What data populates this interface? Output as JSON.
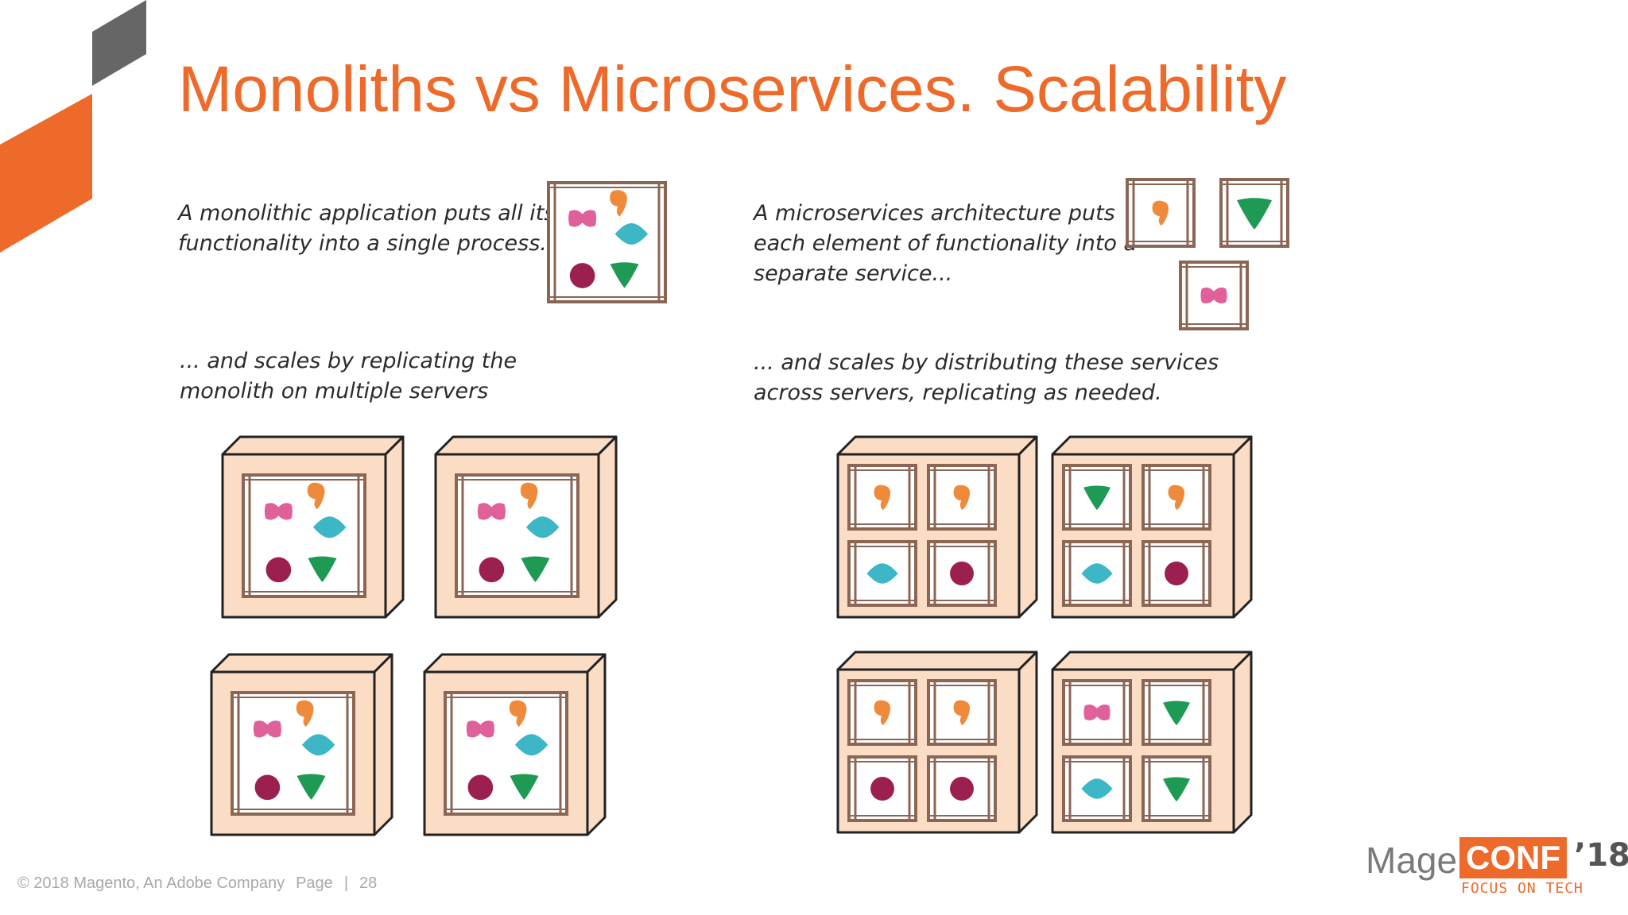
{
  "title": "Monoliths vs Microservices. Scalability",
  "left": {
    "intro": "A monolithic application puts all its\nfunctionality into a single process...",
    "scale": "... and scales by replicating the\nmonolith on multiple servers"
  },
  "right": {
    "intro": "A microservices architecture puts\neach element of functionality into a\nseparate service...",
    "scale": "... and scales by distributing these services\nacross servers, replicating as needed."
  },
  "footer": {
    "copyright": "© 2018 Magento, An Adobe Company",
    "page_label": "Page",
    "separator": "|",
    "page_number": "28"
  },
  "logo": {
    "mage": "Mage",
    "conf": "CONF",
    "year": "’18",
    "tagline": "FOCUS ON TECH"
  },
  "colors": {
    "accent": "#EE6A2A",
    "corner_gray": "#666666",
    "server_fill": "#FBDCC4",
    "frame": "#8B6655",
    "orange_shape": "#EE8A3A",
    "pink_shape": "#E0609A",
    "teal_shape": "#3DB6C6",
    "maroon_shape": "#9B2050",
    "green_shape": "#1F9A55"
  }
}
